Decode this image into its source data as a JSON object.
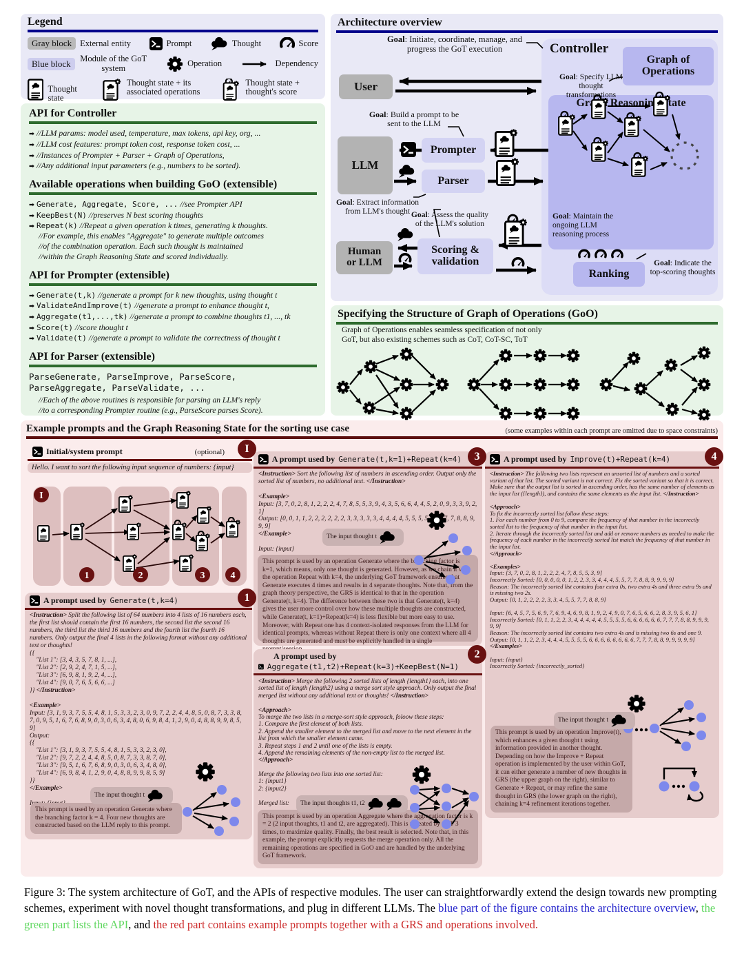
{
  "legend": {
    "title": "Legend",
    "gray_label": "Gray block",
    "gray_desc": "External entity",
    "blue_label": "Blue block",
    "blue_desc": "Module of the GoT system",
    "prompt": "Prompt",
    "thought": "Thought",
    "score": "Score",
    "operation": "Operation",
    "dependency": "Dependency",
    "thought_state": "Thought state",
    "thought_state_ops": "Thought state + its associated operations",
    "thought_state_score": "Thought state + thought's score"
  },
  "api_controller": {
    "title": "API for Controller",
    "items": [
      "//LLM params: model used, temperature, max tokens, api key, org, ...",
      "//LLM cost features: prompt token cost, response token cost, ...",
      "//Instances of Prompter + Parser + Graph of Operations,",
      "//Any additional input parameters (e.g., numbers to be sorted)."
    ]
  },
  "operations": {
    "title": "Available operations when building GoO (extensible)",
    "items": [
      {
        "code": "Generate, Aggregate, Score, ...",
        "comment": "//see Prompter API"
      },
      {
        "code": "KeepBest(N)",
        "comment": "//preserves N best scoring thoughts"
      },
      {
        "code": "Repeat(k)",
        "comment": "//Repeat a given operation k times, generating k thoughts."
      }
    ],
    "extra": [
      "//For example, this enables \"Aggregate\" to generate multiple outcomes",
      "//of the combination operation. Each such thought is maintained",
      "//within the Graph Reasoning State and scored individually."
    ]
  },
  "api_prompter": {
    "title": "API for Prompter (extensible)",
    "items": [
      {
        "code": "Generate(t,k)",
        "comment": "//generate a prompt for k new thoughts, using thought t"
      },
      {
        "code": "ValidateAndImprove(t)",
        "comment": "//generate a prompt to enhance thought t,"
      },
      {
        "code": "Aggregate(t1,...,tk)",
        "comment": "//generate a prompt to combine thoughts t1, ..., tk"
      },
      {
        "code": "Score(t)",
        "comment": "//score thought t"
      },
      {
        "code": "Validate(t)",
        "comment": "//generate a prompt to validate the correctness of thought t"
      }
    ]
  },
  "api_parser": {
    "title": "API for Parser (extensible)",
    "code": "ParseGenerate, ParseImprove, ParseScore, ParseAggregate, ParseValidate, ...",
    "comments": [
      "//Each of the above routines is responsible for parsing an LLM's reply",
      "//to a corresponding Prompter routine (e.g., ParseScore parses Score)."
    ]
  },
  "architecture": {
    "title": "Architecture overview",
    "controller": "Controller",
    "user": "User",
    "llm": "LLM",
    "human": "Human or LLM",
    "prompter": "Prompter",
    "parser": "Parser",
    "scoring": "Scoring & validation",
    "goo": "Graph of Operations",
    "grs": "Graph Reasoning State",
    "ranking": "Ranking",
    "goal_controller": "**Goal**: Initiate, coordinate, manage, and progress the GoT execution",
    "goal_specify": "**Goal**: Specify LLM thought transformations",
    "goal_build": "**Goal**: Build a prompt to be sent to the LLM",
    "goal_extract": "**Goal**: Extract information from LLM's thought",
    "goal_assess": "**Goal**: Assess the quality of the LLM's solution",
    "goal_maintain": "**Goal**: Maintain the ongoing LLM reasoning process",
    "goal_ranking": "**Goal**: Indicate the top-scoring thoughts"
  },
  "goo_spec": {
    "title": "Specifying the Structure of Graph of Operations (GoO)",
    "caption": "Graph of Operations enables seamless specification of not only GoT, but also existing schemes such as CoT, CoT-SC, ToT"
  },
  "examples": {
    "title": "Example prompts and the Graph Reasoning State for the sorting use case",
    "note": "(some examples within each prompt are omitted due to space constraints)",
    "initial": {
      "label": "Initial/system prompt",
      "optional": "(optional)",
      "badge": "I",
      "body": "Hello. I want to sort the following input sequence of numbers: {input}"
    },
    "grs_badges": [
      "I",
      "1",
      "2",
      "3",
      "4"
    ],
    "prompt1": {
      "used_by": "A prompt used by",
      "code": "Generate(t,k=4)",
      "badge": "1",
      "body": [
        "**<Instruction>** Split the following list of 64 numbers into 4 lists of 16 numbers each, the first list should contain the first 16 numbers, the second list the second 16 numbers, the third list the third 16 numbers and the fourth list the fourth 16 numbers. Only output the final 4 lists in the following format without any additional text or thoughts!",
        "{{",
        "    \"List 1\": [3, 4, 3, 5, 7, 8, 1, ...],",
        "    \"List 2\": [2, 9, 2, 4, 7, 1, 5, ...],",
        "    \"List 3\": [6, 9, 8, 1, 9, 2, 4, ...],",
        "    \"List 4\": [9, 0, 7, 6, 5, 6, 6, ...]",
        "}} **</Instruction>**",
        "",
        "**<Example>**",
        "Input: [3, 1, 9, 3, 7, 5, 5, 4, 8, 1, 5, 3, 3, 2, 3, 0, 9, 7, 2, 2, 4, 4, 8, 5, 0, 8, 7, 3, 3, 8, 7, 0, 9, 5, 1, 6, 7, 6, 8, 9, 0, 3, 0, 6, 3, 4, 8, 0, 6, 9, 8, 4, 1, 2, 9, 0, 4, 8, 8, 9, 9, 8, 5, 9]",
        "Output:",
        "{{",
        "    \"List 1\": [3, 1, 9, 3, 7, 5, 5, 4, 8, 1, 5, 3, 3, 2, 3, 0],",
        "    \"List 2\": [9, 7, 2, 2, 4, 4, 8, 5, 0, 8, 7, 3, 3, 8, 7, 0],",
        "    \"List 3\": [9, 5, 1, 6, 7, 6, 8, 9, 0, 3, 0, 6, 3, 4, 8, 0],",
        "    \"List 4\": [6, 9, 8, 4, 1, 2, 9, 0, 4, 8, 8, 9, 9, 8, 5, 9]",
        "}}",
        "**</Example>**",
        "",
        "Input: {input}"
      ],
      "callout": "The input thought t",
      "note": "This prompt is used by an operation Generate where the branching factor k = 4. Four new thoughts are constructed based on the LLM reply to this prompt."
    },
    "prompt3": {
      "used_by": "A prompt used by",
      "code": "Generate(t,k=1)+Repeat(k=4)",
      "badge": "3",
      "body": [
        "**<Instruction>** Sort the following list of numbers in ascending order. Output only the sorted list of numbers, no additional text. **</Instruction>**",
        "",
        "**<Example>**",
        "Input: [3, 7, 0, 2, 8, 1, 2, 2, 2, 4, 7, 8, 5, 5, 3, 9, 4, 3, 5, 6, 6, 4, 4, 5, 2, 0, 9, 3, 3, 9, 2, 1]",
        "Output: [0, 0, 1, 1, 2, 2, 2, 2, 2, 2, 3, 3, 3, 3, 3, 4, 4, 4, 4, 5, 5, 5, 5, 6, 6, 7, 7, 8, 8, 9, 9, 9]",
        "**</Example>**",
        "",
        "Input: {input}"
      ],
      "callout": "The input thought t",
      "note": "This prompt is used by an operation Generate where the branching factor is k=1, which means, only one thought is generated. However, as we chain it with the operation Repeat with k=4, the underlying GoT framework ensures that Generate executes 4 times and results in 4 separate thoughts. Note that, from the graph theory perspective, the GRS is identical to that in the operation Generate(t, k=4). The difference between these two is that Generate(t, k=4) gives the user more control over how these multiple thoughts are constructed, while Generate(t, k=1)+Repeat(k=4) is less flexible but more easy to use. Moreover, with Repeat one has 4 context-isolated responses from the LLM for identical prompts, whereas without Repeat there is only one context where all 4 thoughts are generated and must be explicitly handled in a single prompt/session."
    },
    "prompt2": {
      "used_by": "A prompt used by",
      "code": "Aggregate(t1,t2)+Repeat(k=3)+KeepBest(N=1)",
      "badge": "2",
      "body": [
        "**<Instruction>** Merge the following 2 sorted lists of length {length1} each, into one sorted list of length {length2} using a merge sort style approach. Only output the final merged list without any additional text or thoughts! **</Instruction>**",
        "",
        "**<Approach>**",
        "To merge the two lists in a merge-sort style approach, foloow these steps:",
        "1. Compare the first element of both lists.",
        "2. Append the smaller element to the merged list and move to the next element in the list from which the smaller element came.",
        "3. Repeat steps 1 and 2 until one of the lists is empty.",
        "4. Append the remaining elements of the non-empty list to the merged list.",
        "**</Approach>**",
        "",
        "Merge the following two lists into one sorted list:",
        "1: {input1}",
        "2: {input2}",
        "",
        "Merged list:"
      ],
      "callout": "The input thoughts t1, t2",
      "note": "This prompt is used by an operation Aggregate where the aggregation factor is k = 2 (2 input thoughts, t1 and t2, are aggregated). This is repeated by GoT 3 times, to maximize quality. Finally, the best result is selected. Note that, in this example, the prompt explicitly requests the merge operation only. All the remaining operations are specified in GoO and are handled by the underlying GoT framework."
    },
    "prompt4": {
      "used_by": "A prompt used by",
      "code": "Improve(t)+Repeat(k=4)",
      "badge": "4",
      "body": [
        "**<Instruction>** The following two lists represent an unsorted list of numbers and a sorted variant of that list. The sorted variant is not correct. Fix the sorted variant so that it is correct. Make sure that the output list is sorted in ascending order, has the same number of elements as the input list ({length}), and contains the same elements as the input list. **</Instruction>**",
        "",
        "**<Approach>**",
        "To fix the incorrectly sorted list follow these steps:",
        "1. For each number from 0 to 9, compare the frequency of that number in the incorrectly sorted list to the frequency of that number in the input list.",
        "2. Iterate through the incorrectly sorted list and add or remove numbers as needed to make the frequency of each number in the incorrectly sorted list match the frequency of that number in the input list.",
        "**</Approach>**",
        "",
        "**<Examples>**",
        "Input: [3, 7, 0, 2, 8, 1, 2, 2, 2, 4, 7, 8, 5, 5, 3, 9]",
        "Incorrectly Sorted: [0, 0, 0, 0, 0, 1, 2, 2, 3, 3, 4, 4, 4, 5, 5, 7, 7, 8, 8, 9, 9, 9, 9]",
        "Reason: The incorrectly sorted list contains four extra 0s, two extra 4s and three extra 9s and is missing two 2s.",
        "Output: [0, 1, 2, 2, 2, 2, 3, 3, 4, 5, 5, 7, 7, 8, 8, 9]",
        "",
        "Input: [6, 4, 5, 7, 5, 6, 9, 7, 6, 9, 4, 6, 9, 8, 1, 9, 2, 4, 9, 0, 7, 6, 5, 6, 6, 2, 8, 3, 9, 5, 6, 1]",
        "Incorrectly Sorted: [0, 1, 1, 2, 2, 3, 4, 4, 4, 4, 4, 5, 5, 5, 5, 6, 6, 6, 6, 6, 6, 7, 7, 7, 8, 8, 9, 9, 9, 9, 9]",
        "Reason: The incorrectly sorted list contains two extra 4s and is missing two 6s and one 9.",
        "Output: [0, 1, 1, 2, 2, 3, 4, 4, 4, 5, 5, 5, 5, 6, 6, 6, 6, 6, 6, 6, 6, 7, 7, 7, 8, 8, 9, 9, 9, 9, 9]",
        "**</Examples>**",
        "",
        "Input: {input}",
        "Incorrectly Sorted: {incorrectly_sorted}"
      ],
      "callout": "The input thought t",
      "note": "This prompt is used by an operation Improve(t), which enhances a given thought t using information provided in another thought. Depending on how the Improve + Repeat operation is implemented by the user within GoT, it can either generate a number of new thoughts in GRS (the upper graph on the right), similar to Generate + Repeat, or may refine the same thought in GRS (the lower graph on the right), chaining k=4 refinement iterations together."
    }
  },
  "caption": {
    "segments": [
      {
        "text": "Figure 3: The system architecture of GoT, and the APIs of respective modules. The user can straightforwardly extend the design towards new prompting schemes, experiment with novel thought transformations, and plug in different LLMs. The ",
        "color": "#000000"
      },
      {
        "text": "blue part of the figure contains the architecture overview",
        "color": "#2626cc"
      },
      {
        "text": ", ",
        "color": "#000000"
      },
      {
        "text": "the green part lists the API",
        "color": "#5fd75f"
      },
      {
        "text": ", and ",
        "color": "#000000"
      },
      {
        "text": "the red part contains example prompts together with a GRS and operations involved.",
        "color": "#cc2a2a"
      }
    ]
  },
  "colors": {
    "section_blue_bg": "#e9e9f6",
    "section_green_bg": "#e7f4e7",
    "section_red_bg": "#fbecec",
    "rule_navy": "#00008b",
    "rule_green": "#2e6b2e",
    "rule_darkred": "#5c0f0f",
    "panel_pink": "#e6cccc",
    "note_mauve": "#c5a9a9",
    "module_box": "#d3d3f3",
    "accent_box": "#b7b7ef",
    "gray_box": "#b3b3b3",
    "node_blue": "#7d88ec"
  }
}
